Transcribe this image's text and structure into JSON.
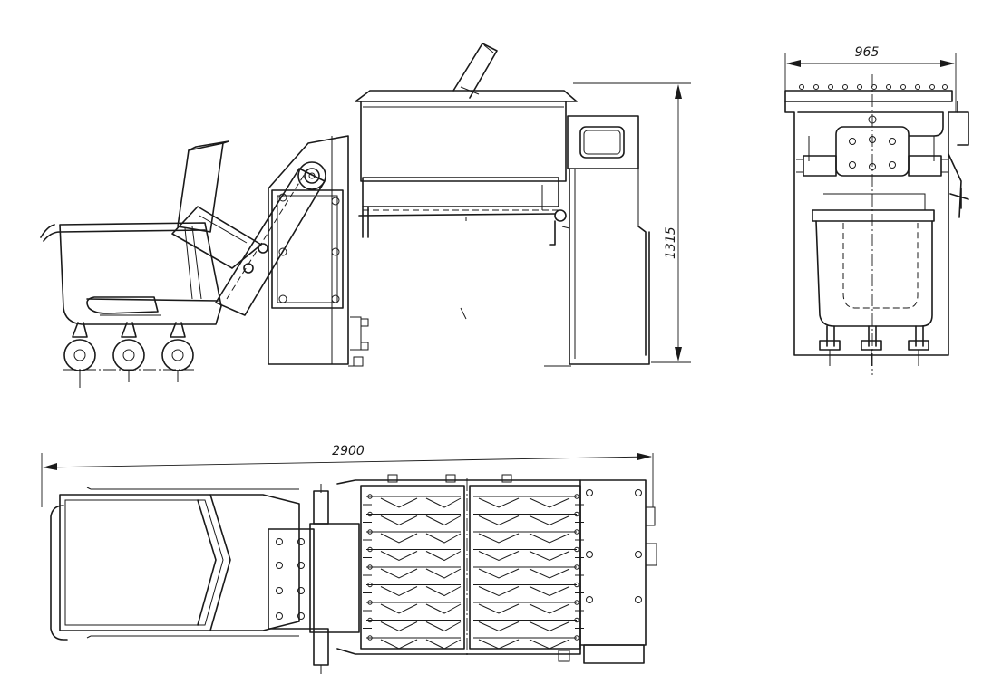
{
  "dimensions": {
    "height": "1315",
    "width": "965",
    "length": "2900"
  },
  "colors": {
    "ink": "#1a1a1a",
    "paper": "#ffffff"
  }
}
